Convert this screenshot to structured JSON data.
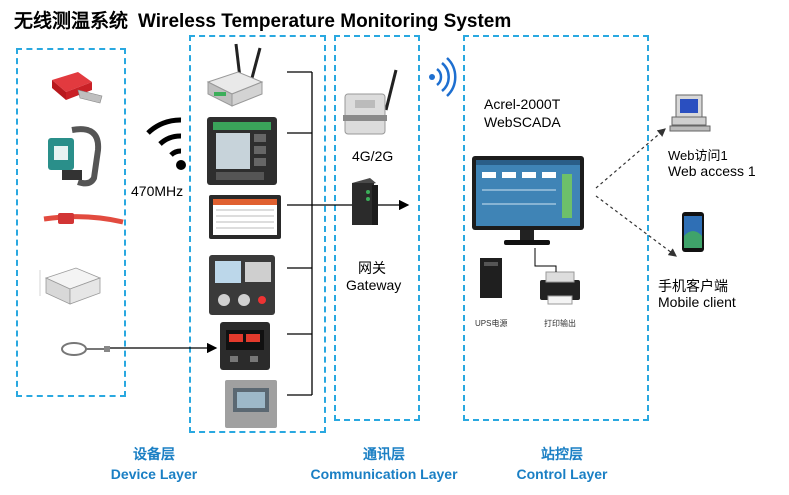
{
  "title": {
    "cn": "无线测温系统",
    "en": "Wireless Temperature Monitoring System"
  },
  "labels": {
    "freq": "470MHz",
    "net": "4G/2G",
    "gateway_cn": "网关",
    "gateway_en": "Gateway",
    "scada_1": "Acrel-2000T",
    "scada_2": "WebSCADA",
    "ups": "UPS电源",
    "printer": "打印输出",
    "web_cn": "Web访问1",
    "web_en": "Web access 1",
    "mobile_cn": "手机客户端",
    "mobile_en": "Mobile client"
  },
  "layers": {
    "device_cn": "设备层",
    "device_en": "Device Layer",
    "comm_cn": "通讯层",
    "comm_en": "Communication Layer",
    "control_cn": "站控层",
    "control_en": "Control Layer"
  },
  "colors": {
    "dashed_border": "#29a8e0",
    "layer_text": "#1a7fc4",
    "wifi_blue": "#1e6fd0",
    "sensor_red": "#d8262c",
    "device_green": "#2f8f4e"
  }
}
